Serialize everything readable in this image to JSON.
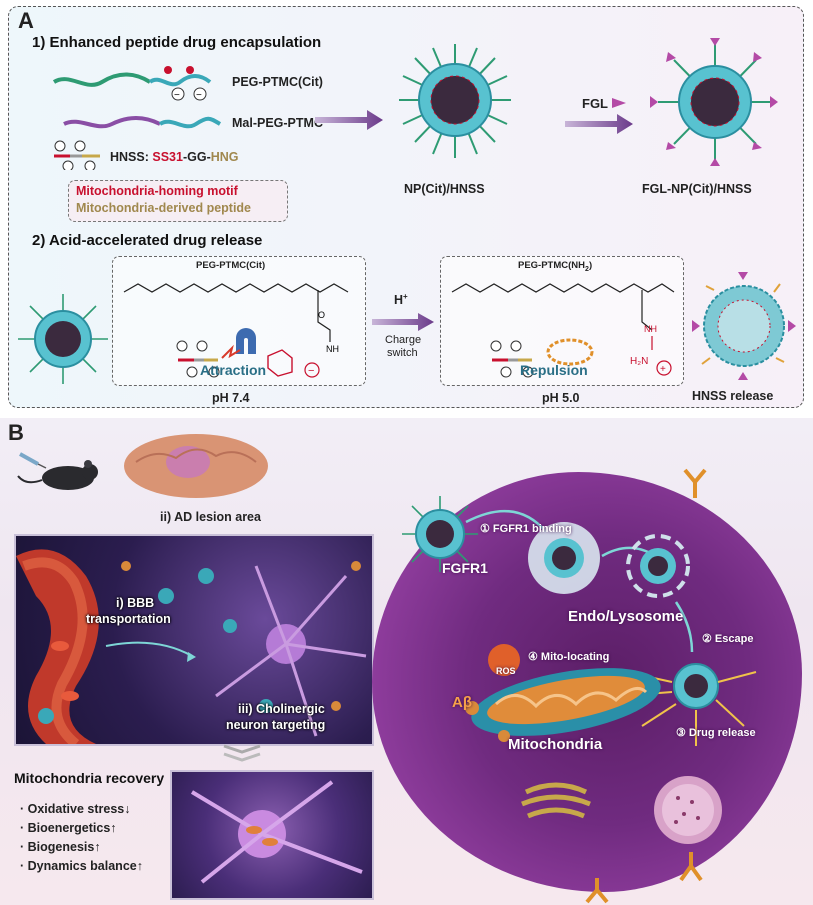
{
  "panelA": {
    "letter": "A",
    "section1_title": "1) Enhanced peptide drug encapsulation",
    "section2_title": "2) Acid-accelerated drug release",
    "legend": {
      "polymer1": "PEG-PTMC(Cit)",
      "polymer2": "Mal-PEG-PTMC",
      "hnss_prefix": "HNSS: ",
      "hnss_part1": "SS31",
      "hnss_part2": "-GG-",
      "hnss_part3": "HNG"
    },
    "motif_box": {
      "line1": "Mitochondria-homing motif",
      "line2": "Mitochondria-derived peptide"
    },
    "np1_label": "NP(Cit)/HNSS",
    "arrow_label": "FGL",
    "np2_label": "FGL-NP(Cit)/HNSS",
    "chem_left_title": "PEG-PTMC(Cit)",
    "chem_right_title": "PEG-PTMC(NH",
    "chem_right_sub": "2",
    "chem_right_close": ")",
    "attraction": "Attraction",
    "repulsion": "Repulsion",
    "ph1": "pH 7.4",
    "ph2": "pH 5.0",
    "hplus": "H",
    "hplus_sup": "+",
    "charge_switch_1": "Charge",
    "charge_switch_2": "switch",
    "release_label": "HNSS release"
  },
  "panelB": {
    "letter": "B",
    "ad_label": "ii) AD lesion area",
    "bbb_label_1": "i) BBB",
    "bbb_label_2": "transportation",
    "neuron_label_1": "iii) Cholinergic",
    "neuron_label_2": "neuron targeting",
    "recovery_title": "Mitochondria recovery",
    "recovery_items": [
      "· Oxidative stress↓",
      "· Bioenergetics↑",
      "· Biogenesis↑",
      "· Dynamics balance↑"
    ],
    "step1": "① FGFR1 binding",
    "fgfr1": "FGFR1",
    "endo": "Endo/Lysosome",
    "step2": "② Escape",
    "step4": "④ Mito-locating",
    "ros": "ROS",
    "abeta": "Aβ",
    "mito": "Mitochondria",
    "step3": "③ Drug release"
  },
  "colors": {
    "shell": "#3aa8b8",
    "arm": "#2e9b73",
    "ligand": "#b44aa6",
    "cell": "#702b80",
    "red": "#c8102e"
  }
}
